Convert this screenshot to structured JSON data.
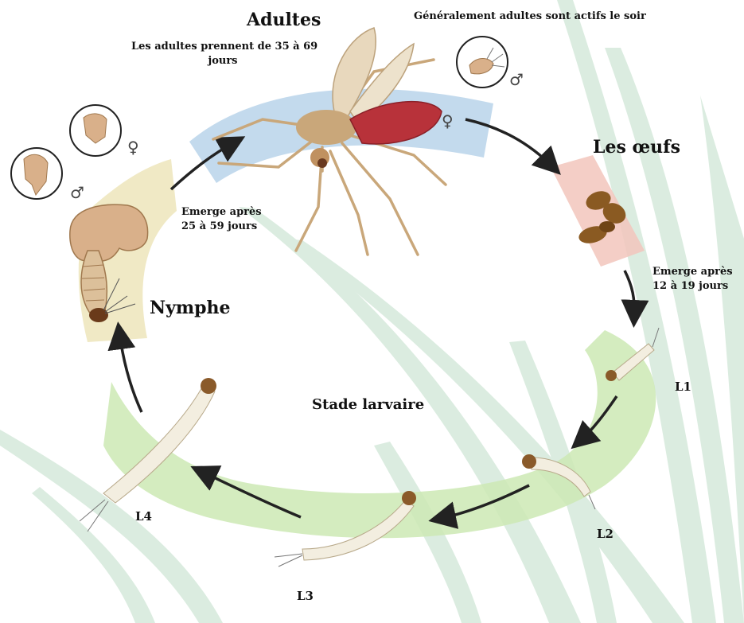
{
  "stages": {
    "adults": {
      "title": "Adultes",
      "lifespan_line1": "Les adultes prennent de 35 à 69",
      "lifespan_line2": "jours",
      "activity": "Généralement adultes sont actifs le soir"
    },
    "eggs": {
      "title": "Les œufs",
      "emerge_line1": "Emerge après",
      "emerge_line2": "12 à 19 jours"
    },
    "pupa": {
      "title": "Nymphe",
      "emerge_line1": "Emerge après",
      "emerge_line2": "25 à 59 jours"
    },
    "larva": {
      "title": "Stade larvaire",
      "instars": [
        "L1",
        "L2",
        "L3",
        "L4"
      ]
    }
  },
  "symbols": {
    "female": "♀",
    "male": "♂"
  },
  "colors": {
    "adult_band": "#b9d3ea",
    "egg_band": "#f2c6bc",
    "pupa_band": "#efe8c2",
    "larva_band": "#cde9b4",
    "grass": "#cfe6d6",
    "arrow": "#222222",
    "larva_body": "#f3eee0",
    "larva_head": "#8a5a2a",
    "egg": "#8a5a22",
    "mosquito_body": "#c9a77a",
    "mosquito_blood": "#b8323a"
  }
}
